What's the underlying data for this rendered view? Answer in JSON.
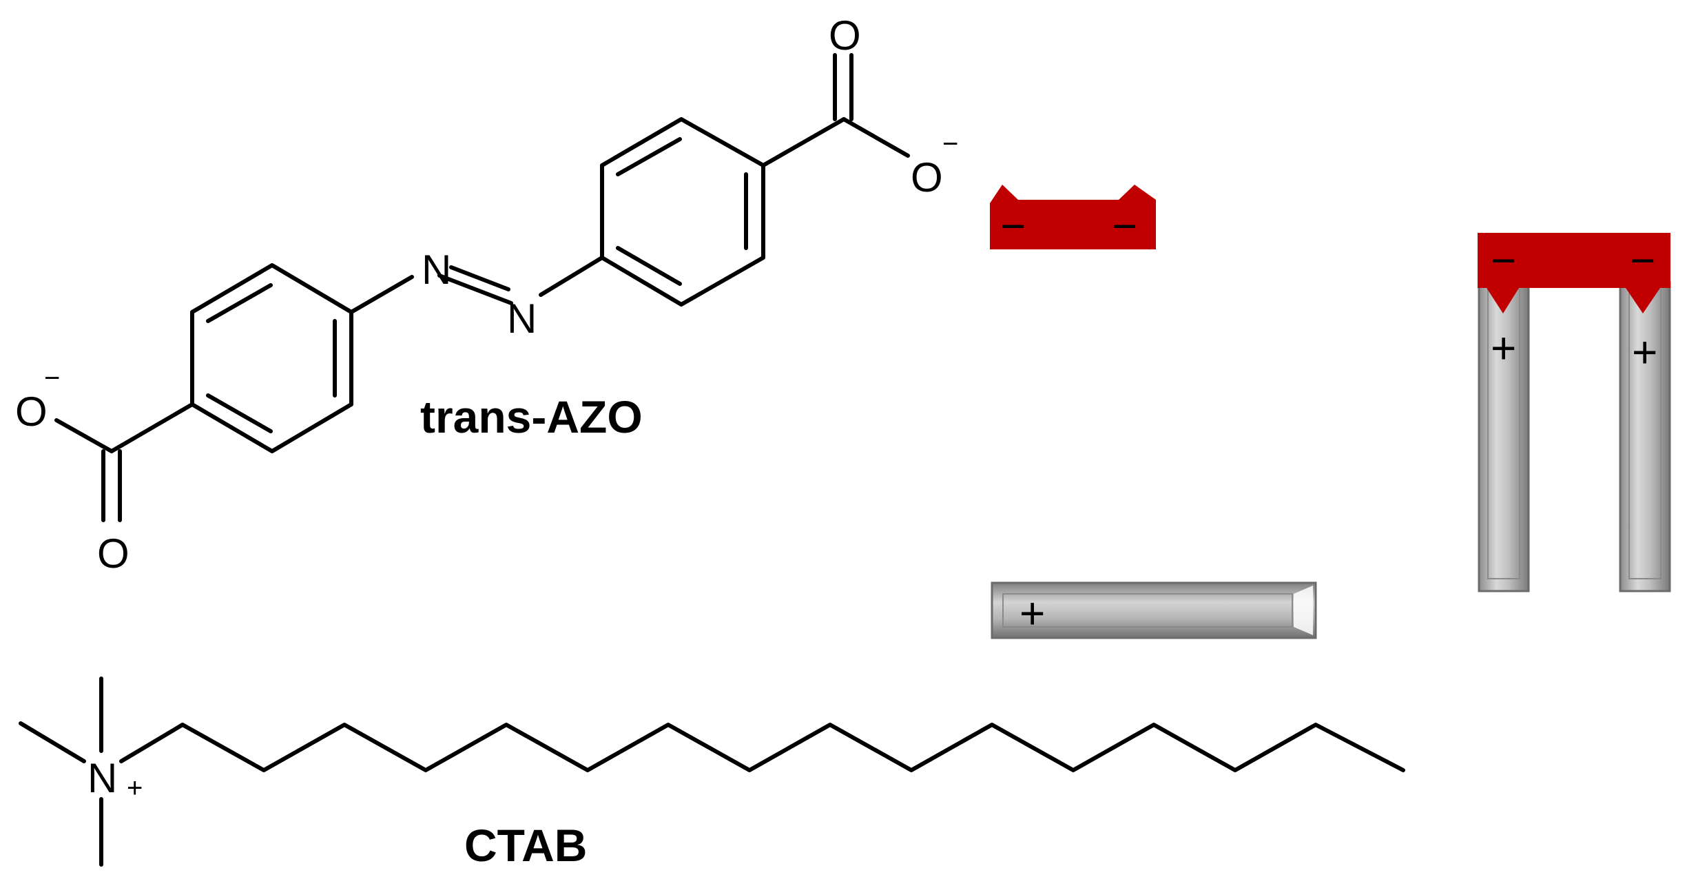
{
  "labels": {
    "azo_name": "trans-AZO",
    "ctab_name": "CTAB"
  },
  "atoms": {
    "oxygen": "O",
    "nitrogen": "N",
    "minus_sup": "−",
    "plus_sup": "+"
  },
  "charges": {
    "negative": "−",
    "positive": "+"
  },
  "colors": {
    "azo_block": "#c00000",
    "ctab_rod": "#a6a6a6",
    "bond": "#000000"
  }
}
